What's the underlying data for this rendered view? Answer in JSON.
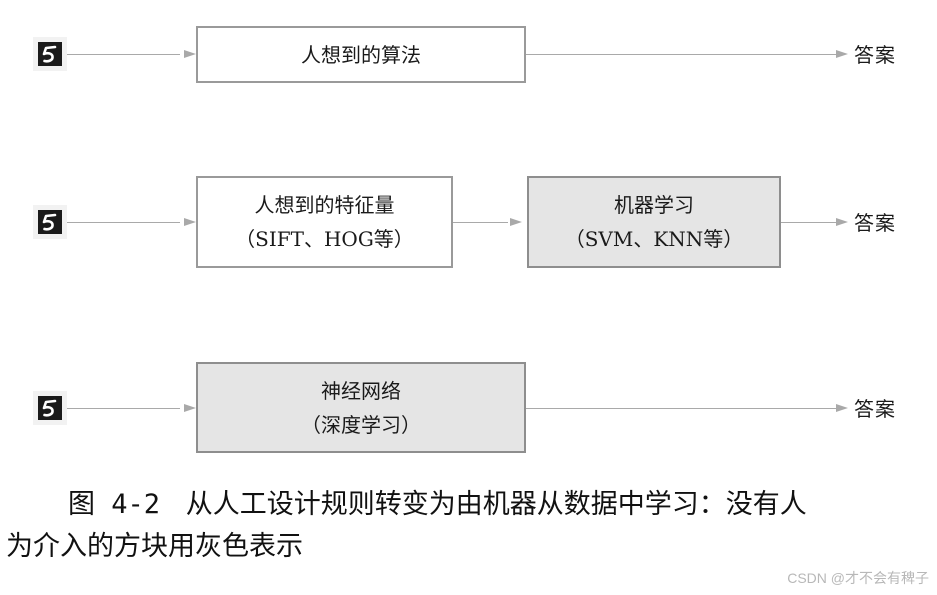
{
  "rows": [
    {
      "boxes": [
        {
          "line1": "人想到的算法",
          "line2": "",
          "shade": "white"
        }
      ],
      "answer": "答案"
    },
    {
      "boxes": [
        {
          "line1": "人想到的特征量",
          "line2": "（SIFT、HOG等）",
          "shade": "white"
        },
        {
          "line1": "机器学习",
          "line2": "（SVM、KNN等）",
          "shade": "gray"
        }
      ],
      "answer": "答案"
    },
    {
      "boxes": [
        {
          "line1": "神经网络",
          "line2": "（深度学习）",
          "shade": "gray"
        }
      ],
      "answer": "答案"
    }
  ],
  "caption": {
    "figure_label": "图 4-2",
    "text_line1": "从人工设计规则转变为由机器从数据中学习：没有人",
    "text_line2": "为介入的方块用灰色表示"
  },
  "watermark": "CSDN @才不会有稗子",
  "input_icon": "handwritten-digit-5-icon",
  "colors": {
    "line": "#a9a9a9",
    "box_border": "#9a9a9a",
    "gray_fill": "#e5e5e5",
    "digit_bg": "#1b1b1b"
  }
}
